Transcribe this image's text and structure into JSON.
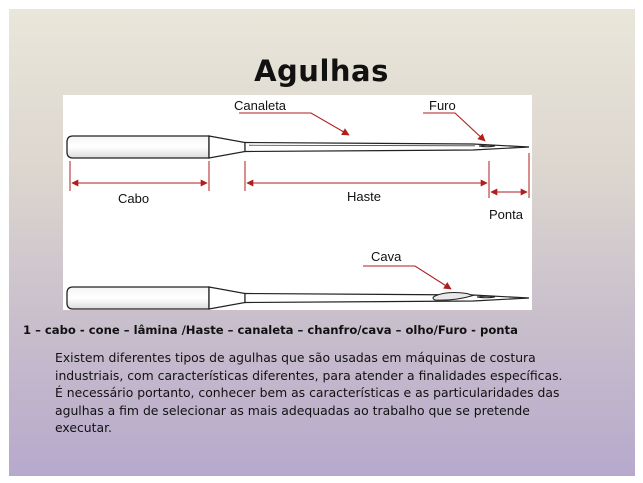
{
  "title": "Agulhas",
  "diagram": {
    "labels": {
      "canaleta": "Canaleta",
      "furo": "Furo",
      "cabo": "Cabo",
      "haste": "Haste",
      "ponta": "Ponta",
      "cava": "Cava"
    },
    "colors": {
      "callout": "#b01e1e",
      "dimension": "#b01e1e",
      "outline": "#222222"
    }
  },
  "parts_line": "1 – cabo  - cone  – lâmina /Haste – canaleta  – chanfro/cava – olho/Furo - ponta",
  "description": "Existem diferentes tipos de agulhas que são usadas em máquinas de costura industriais, com características diferentes, para atender a finalidades específicas. É necessário portanto, conhecer bem as características e as particularidades das agulhas a fim de selecionar as mais adequadas ao trabalho que se pretende executar."
}
